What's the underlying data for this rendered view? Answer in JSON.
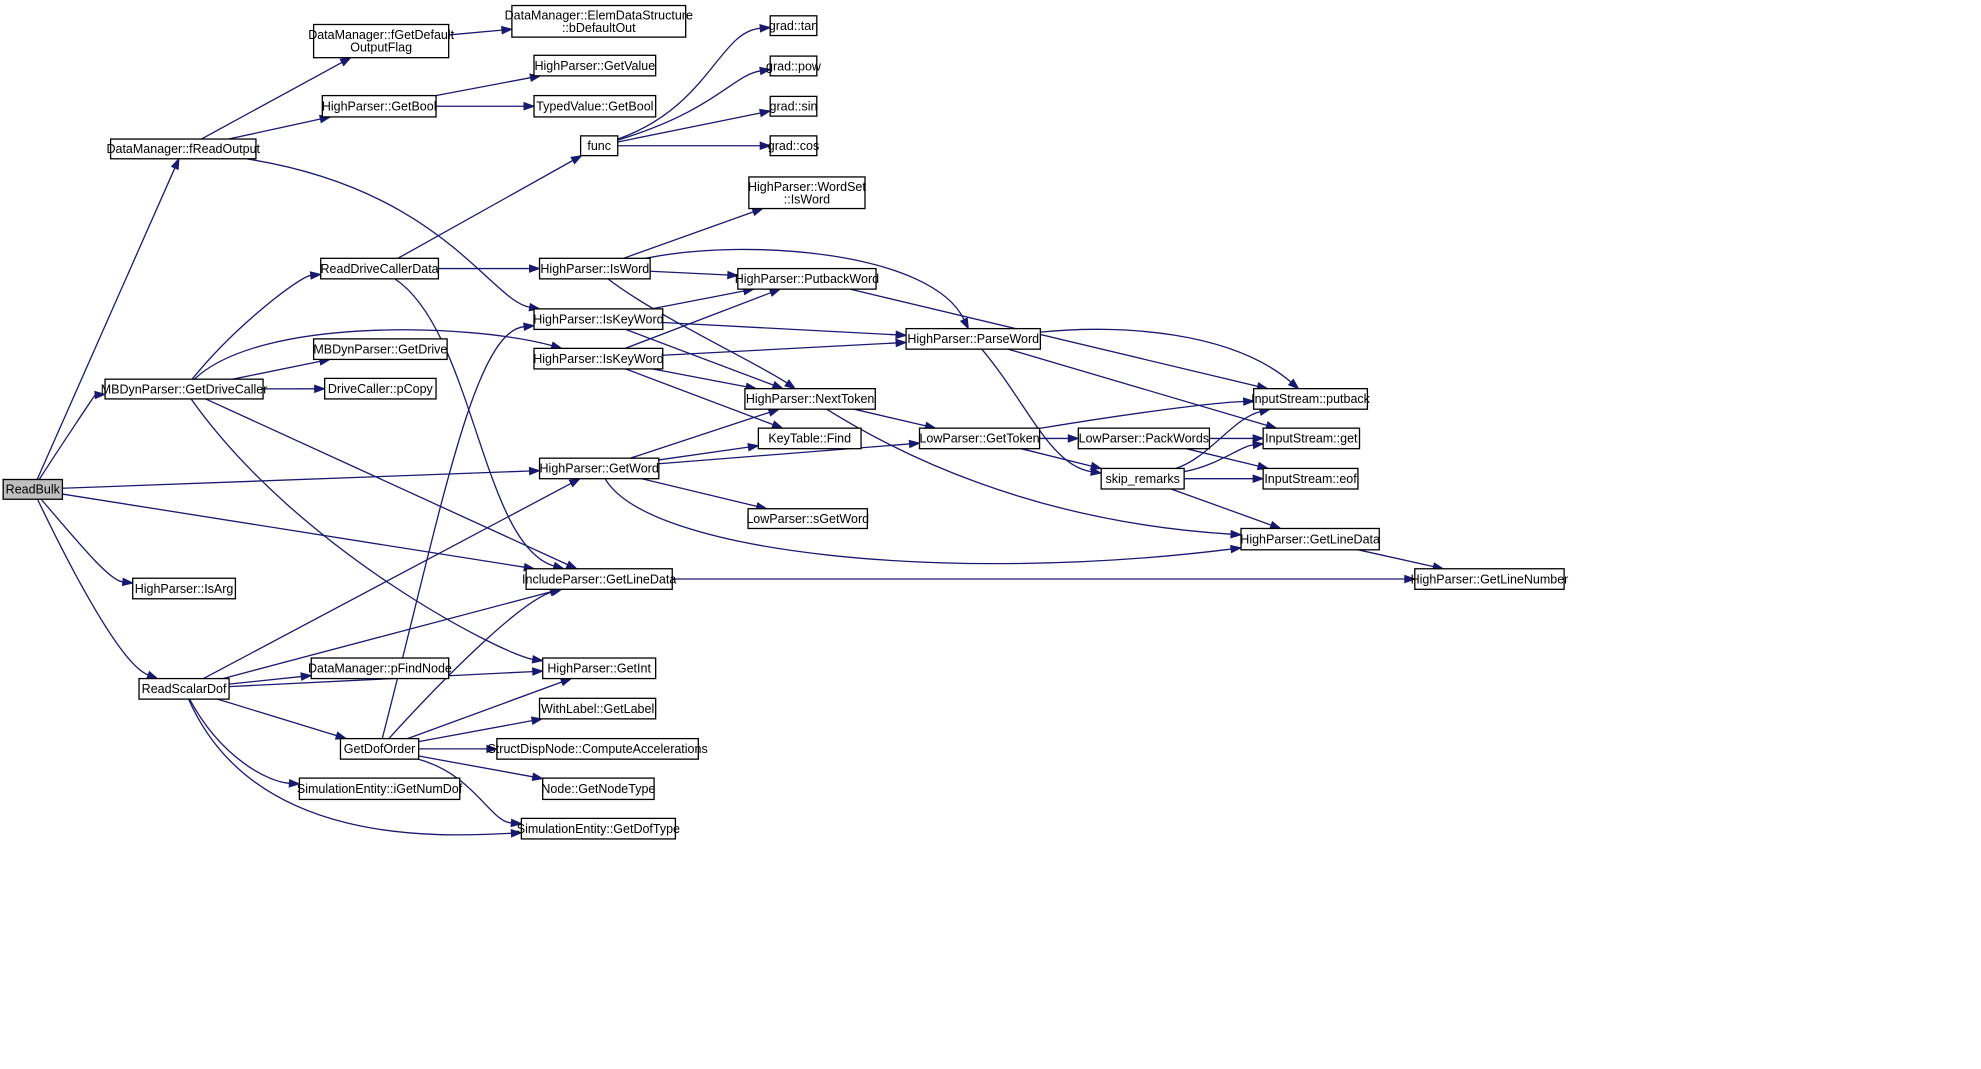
{
  "colors": {
    "edge": "#191970",
    "node_fill": "#ffffff",
    "root_fill": "#bfbfbf",
    "border": "#000000"
  },
  "nodes": [
    {
      "id": "readbulk",
      "lines": [
        "ReadBulk"
      ],
      "root": true
    },
    {
      "id": "dm-freadoutput",
      "lines": [
        "DataManager::fReadOutput"
      ]
    },
    {
      "id": "dm-fgetdefaultoutputflag",
      "lines": [
        "DataManager::fGetDefault",
        "OutputFlag"
      ]
    },
    {
      "id": "dm-elemdatastructure-bdefaultout",
      "lines": [
        "DataManager::ElemDataStructure",
        "::bDefaultOut"
      ]
    },
    {
      "id": "hp-getvalue",
      "lines": [
        "HighParser::GetValue"
      ]
    },
    {
      "id": "hp-getbool",
      "lines": [
        "HighParser::GetBool"
      ]
    },
    {
      "id": "typedvalue-getbool",
      "lines": [
        "TypedValue::GetBool"
      ]
    },
    {
      "id": "func",
      "lines": [
        "func"
      ]
    },
    {
      "id": "grad-tan",
      "lines": [
        "grad::tan"
      ]
    },
    {
      "id": "grad-pow",
      "lines": [
        "grad::pow"
      ]
    },
    {
      "id": "grad-sin",
      "lines": [
        "grad::sin"
      ]
    },
    {
      "id": "grad-cos",
      "lines": [
        "grad::cos"
      ]
    },
    {
      "id": "hp-wordset-isword",
      "lines": [
        "HighParser::WordSet",
        "::IsWord"
      ]
    },
    {
      "id": "readdrivecallerdata",
      "lines": [
        "ReadDriveCallerData"
      ]
    },
    {
      "id": "hp-isword",
      "lines": [
        "HighParser::IsWord"
      ]
    },
    {
      "id": "hp-putbackword",
      "lines": [
        "HighParser::PutbackWord"
      ]
    },
    {
      "id": "hp-iskeyword-1",
      "lines": [
        "HighParser::IsKeyWord"
      ]
    },
    {
      "id": "hp-parseword",
      "lines": [
        "HighParser::ParseWord"
      ]
    },
    {
      "id": "mbdyn-getdrive",
      "lines": [
        "MBDynParser::GetDrive"
      ]
    },
    {
      "id": "hp-iskeyword-2",
      "lines": [
        "HighParser::IsKeyWord"
      ]
    },
    {
      "id": "mbdyn-getdrivecaller",
      "lines": [
        "MBDynParser::GetDriveCaller"
      ]
    },
    {
      "id": "drivecaller-pcopy",
      "lines": [
        "DriveCaller::pCopy"
      ]
    },
    {
      "id": "hp-nexttoken",
      "lines": [
        "HighParser::NextToken"
      ]
    },
    {
      "id": "inputstream-putback",
      "lines": [
        "InputStream::putback"
      ]
    },
    {
      "id": "keytable-find",
      "lines": [
        "KeyTable::Find"
      ]
    },
    {
      "id": "lp-gettoken",
      "lines": [
        "LowParser::GetToken"
      ]
    },
    {
      "id": "lp-packwords",
      "lines": [
        "LowParser::PackWords"
      ]
    },
    {
      "id": "inputstream-get",
      "lines": [
        "InputStream::get"
      ]
    },
    {
      "id": "hp-getword",
      "lines": [
        "HighParser::GetWord"
      ]
    },
    {
      "id": "skip-remarks",
      "lines": [
        "skip_remarks"
      ]
    },
    {
      "id": "inputstream-eof",
      "lines": [
        "InputStream::eof"
      ]
    },
    {
      "id": "lp-sgetword",
      "lines": [
        "LowParser::sGetWord"
      ]
    },
    {
      "id": "hp-getlinedata",
      "lines": [
        "HighParser::GetLineData"
      ]
    },
    {
      "id": "includeparser-getlinedata",
      "lines": [
        "IncludeParser::GetLineData"
      ]
    },
    {
      "id": "hp-getlinenumber",
      "lines": [
        "HighParser::GetLineNumber"
      ]
    },
    {
      "id": "hp-isarg",
      "lines": [
        "HighParser::IsArg"
      ]
    },
    {
      "id": "dm-pfindnode",
      "lines": [
        "DataManager::pFindNode"
      ]
    },
    {
      "id": "hp-getint",
      "lines": [
        "HighParser::GetInt"
      ]
    },
    {
      "id": "readscalardof",
      "lines": [
        "ReadScalarDof"
      ]
    },
    {
      "id": "withlabel-getlabel",
      "lines": [
        "WithLabel::GetLabel"
      ]
    },
    {
      "id": "getdoforder",
      "lines": [
        "GetDofOrder"
      ]
    },
    {
      "id": "structdispnode-computeaccelerations",
      "lines": [
        "StructDispNode::ComputeAccelerations"
      ]
    },
    {
      "id": "simulationentity-igetnumdof",
      "lines": [
        "SimulationEntity::iGetNumDof"
      ]
    },
    {
      "id": "node-getnodetype",
      "lines": [
        "Node::GetNodeType"
      ]
    },
    {
      "id": "simulationentity-getdoftype",
      "lines": [
        "SimulationEntity::GetDofType"
      ]
    }
  ],
  "edges": [
    {
      "from": "readbulk",
      "to": "dm-freadoutput"
    },
    {
      "from": "readbulk",
      "to": "mbdyn-getdrivecaller"
    },
    {
      "from": "readbulk",
      "to": "hp-getword"
    },
    {
      "from": "readbulk",
      "to": "includeparser-getlinedata"
    },
    {
      "from": "readbulk",
      "to": "hp-isarg"
    },
    {
      "from": "readbulk",
      "to": "readscalardof"
    },
    {
      "from": "dm-freadoutput",
      "to": "dm-fgetdefaultoutputflag"
    },
    {
      "from": "dm-freadoutput",
      "to": "hp-getbool"
    },
    {
      "from": "dm-freadoutput",
      "to": "hp-iskeyword-1"
    },
    {
      "from": "dm-fgetdefaultoutputflag",
      "to": "dm-elemdatastructure-bdefaultout"
    },
    {
      "from": "hp-getbool",
      "to": "hp-getvalue"
    },
    {
      "from": "hp-getbool",
      "to": "typedvalue-getbool"
    },
    {
      "from": "readdrivecallerdata",
      "to": "func"
    },
    {
      "from": "readdrivecallerdata",
      "to": "hp-isword"
    },
    {
      "from": "readdrivecallerdata",
      "to": "includeparser-getlinedata"
    },
    {
      "from": "func",
      "to": "grad-tan"
    },
    {
      "from": "func",
      "to": "grad-pow"
    },
    {
      "from": "func",
      "to": "grad-sin"
    },
    {
      "from": "func",
      "to": "grad-cos"
    },
    {
      "from": "hp-isword",
      "to": "hp-wordset-isword"
    },
    {
      "from": "hp-isword",
      "to": "hp-putbackword"
    },
    {
      "from": "hp-isword",
      "to": "hp-parseword"
    },
    {
      "from": "hp-isword",
      "to": "hp-nexttoken"
    },
    {
      "from": "hp-putbackword",
      "to": "inputstream-putback"
    },
    {
      "from": "hp-iskeyword-1",
      "to": "hp-putbackword"
    },
    {
      "from": "hp-iskeyword-1",
      "to": "hp-parseword"
    },
    {
      "from": "hp-iskeyword-1",
      "to": "hp-nexttoken"
    },
    {
      "from": "hp-iskeyword-2",
      "to": "hp-putbackword"
    },
    {
      "from": "hp-iskeyword-2",
      "to": "hp-parseword"
    },
    {
      "from": "hp-iskeyword-2",
      "to": "hp-nexttoken"
    },
    {
      "from": "hp-iskeyword-2",
      "to": "keytable-find"
    },
    {
      "from": "hp-parseword",
      "to": "inputstream-putback"
    },
    {
      "from": "hp-parseword",
      "to": "inputstream-get"
    },
    {
      "from": "hp-parseword",
      "to": "skip-remarks"
    },
    {
      "from": "mbdyn-getdrivecaller",
      "to": "readdrivecallerdata"
    },
    {
      "from": "mbdyn-getdrivecaller",
      "to": "hp-iskeyword-2"
    },
    {
      "from": "mbdyn-getdrivecaller",
      "to": "mbdyn-getdrive"
    },
    {
      "from": "mbdyn-getdrivecaller",
      "to": "drivecaller-pcopy"
    },
    {
      "from": "mbdyn-getdrivecaller",
      "to": "includeparser-getlinedata"
    },
    {
      "from": "mbdyn-getdrivecaller",
      "to": "hp-getint"
    },
    {
      "from": "hp-nexttoken",
      "to": "lp-gettoken"
    },
    {
      "from": "hp-nexttoken",
      "to": "hp-getlinedata"
    },
    {
      "from": "lp-gettoken",
      "to": "inputstream-putback"
    },
    {
      "from": "lp-gettoken",
      "to": "lp-packwords"
    },
    {
      "from": "lp-gettoken",
      "to": "skip-remarks"
    },
    {
      "from": "lp-packwords",
      "to": "inputstream-get"
    },
    {
      "from": "lp-packwords",
      "to": "inputstream-eof"
    },
    {
      "from": "skip-remarks",
      "to": "inputstream-putback"
    },
    {
      "from": "skip-remarks",
      "to": "inputstream-get"
    },
    {
      "from": "skip-remarks",
      "to": "inputstream-eof"
    },
    {
      "from": "skip-remarks",
      "to": "hp-getlinedata"
    },
    {
      "from": "hp-getword",
      "to": "hp-nexttoken"
    },
    {
      "from": "hp-getword",
      "to": "keytable-find"
    },
    {
      "from": "hp-getword",
      "to": "lp-gettoken"
    },
    {
      "from": "hp-getword",
      "to": "lp-sgetword"
    },
    {
      "from": "hp-getword",
      "to": "hp-getlinedata"
    },
    {
      "from": "hp-getlinedata",
      "to": "hp-getlinenumber"
    },
    {
      "from": "includeparser-getlinedata",
      "to": "hp-getlinenumber"
    },
    {
      "from": "readscalardof",
      "to": "hp-getword"
    },
    {
      "from": "readscalardof",
      "to": "includeparser-getlinedata"
    },
    {
      "from": "readscalardof",
      "to": "dm-pfindnode"
    },
    {
      "from": "readscalardof",
      "to": "hp-getint"
    },
    {
      "from": "readscalardof",
      "to": "getdoforder"
    },
    {
      "from": "readscalardof",
      "to": "simulationentity-igetnumdof"
    },
    {
      "from": "readscalardof",
      "to": "simulationentity-getdoftype"
    },
    {
      "from": "getdoforder",
      "to": "hp-iskeyword-1"
    },
    {
      "from": "getdoforder",
      "to": "includeparser-getlinedata"
    },
    {
      "from": "getdoforder",
      "to": "hp-getint"
    },
    {
      "from": "getdoforder",
      "to": "withlabel-getlabel"
    },
    {
      "from": "getdoforder",
      "to": "structdispnode-computeaccelerations"
    },
    {
      "from": "getdoforder",
      "to": "node-getnodetype"
    },
    {
      "from": "getdoforder",
      "to": "simulationentity-getdoftype"
    }
  ]
}
